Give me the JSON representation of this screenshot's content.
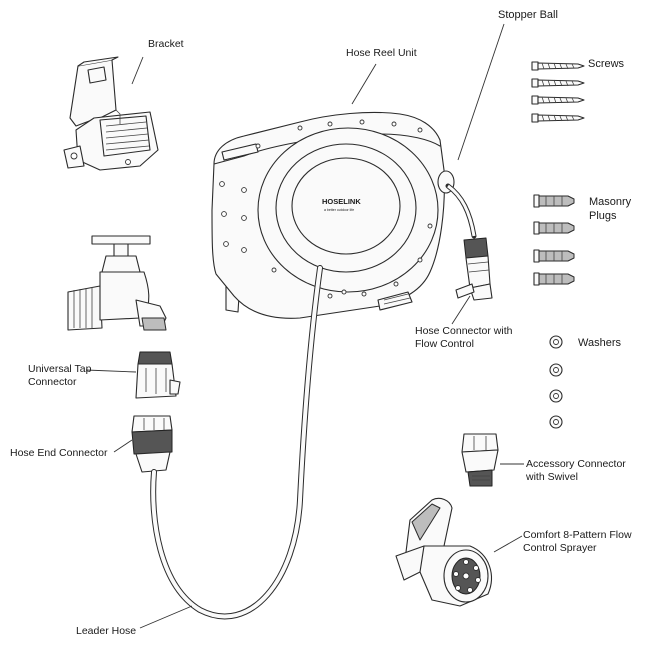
{
  "labels": {
    "bracket": "Bracket",
    "hose_reel_unit": "Hose Reel Unit",
    "stopper_ball": "Stopper Ball",
    "screws": "Screws",
    "masonry_plugs_line1": "Masonry",
    "masonry_plugs_line2": "Plugs",
    "hose_connector_line1": "Hose Connector with",
    "hose_connector_line2": "Flow Control",
    "washers": "Washers",
    "universal_tap_line1": "Universal Tap",
    "universal_tap_line2": "Connector",
    "hose_end_connector": "Hose End Connector",
    "accessory_connector_line1": "Accessory Connector",
    "accessory_connector_line2": "with Swivel",
    "sprayer_line1": "Comfort 8-Pattern Flow",
    "sprayer_line2": "Control Sprayer",
    "leader_hose": "Leader Hose"
  },
  "reel_logo": {
    "brand": "HOSELINK",
    "tagline": "a better outdoor life"
  }
}
